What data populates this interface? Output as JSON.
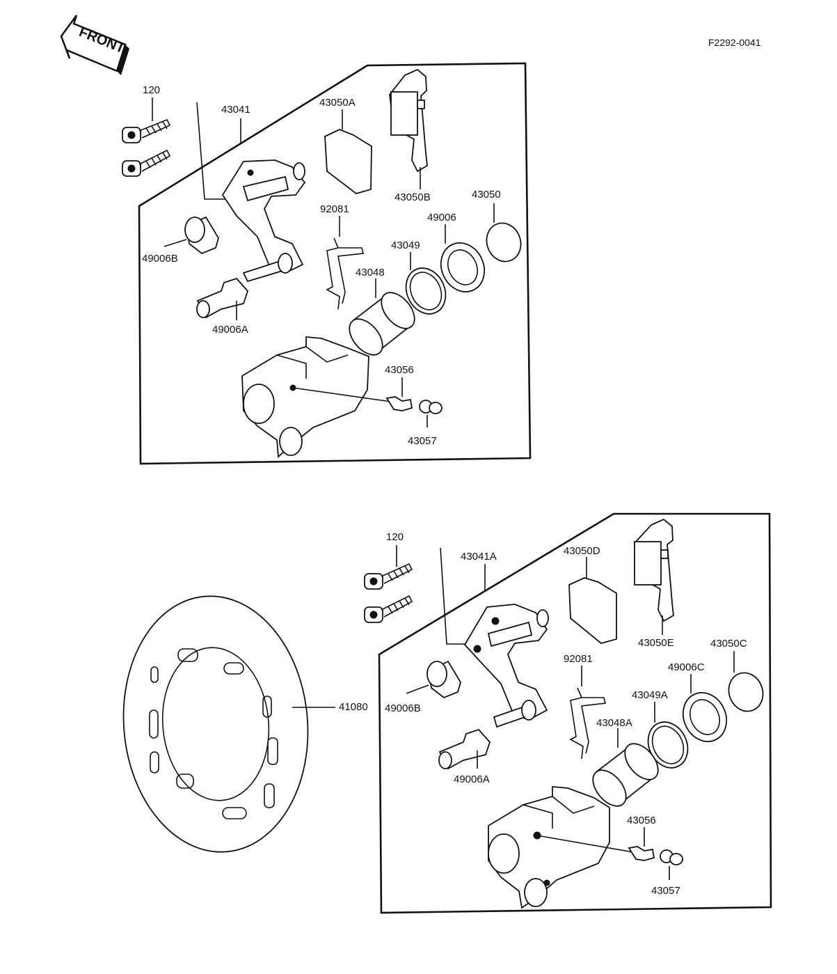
{
  "diagram_code": "F2292-0041",
  "front_label": "FRONT",
  "upper_assembly": {
    "labels": {
      "bolt": "120",
      "holder": "43041",
      "pad_a": "43050A",
      "pad_b": "43050B",
      "pad_spring": "92081",
      "seal_kit": "43050",
      "seal_dust": "49006",
      "piston_seal": "43049",
      "piston": "43048",
      "boot_b": "49006B",
      "boot_a": "49006A",
      "bleed_valve": "43056",
      "cap": "43057"
    }
  },
  "lower_assembly": {
    "labels": {
      "bolt": "120",
      "holder": "43041A",
      "pad_d": "43050D",
      "pad_e": "43050E",
      "pad_spring": "92081",
      "seal_kit": "43050C",
      "seal_dust": "49006C",
      "piston_seal": "43049A",
      "piston": "43048A",
      "boot_b": "49006B",
      "boot_a": "49006A",
      "bleed_valve": "43056",
      "cap": "43057",
      "disc": "41080"
    }
  }
}
